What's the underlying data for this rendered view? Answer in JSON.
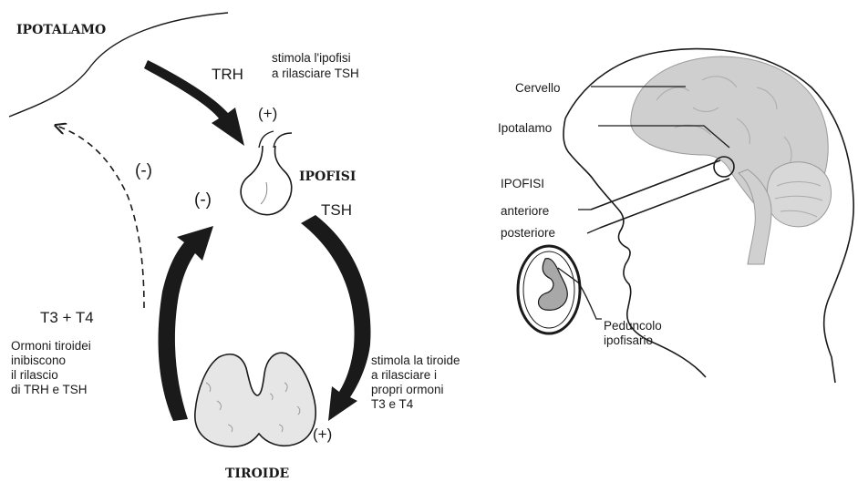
{
  "labels": {
    "hypothalamus_title": "IPOTALAMO",
    "trh": "TRH",
    "trh_note_1": "stimola l'ipofisi",
    "trh_note_2": "a rilasciare TSH",
    "plus_top": "(+)",
    "minus_left": "(-)",
    "minus_pituitary": "(-)",
    "pituitary_title": "IPOFISI",
    "tsh": "TSH",
    "t3_t4": "T3  +  T4",
    "inhibit_1": "Ormoni tiroidei",
    "inhibit_2": "inibiscono",
    "inhibit_3": "il rilascio",
    "inhibit_4": "di TRH e TSH",
    "tsh_note_1": "stimola la tiroide",
    "tsh_note_2": "a rilasciare i",
    "tsh_note_3": "propri ormoni",
    "tsh_note_4": "T3 e T4",
    "plus_bottom": "(+)",
    "thyroid_title": "TIROIDE"
  },
  "anatomy": {
    "brain": "Cervello",
    "hypothalamus": "Ipotalamo",
    "pituitary": "IPOFISI",
    "anterior": "anteriore",
    "posterior": "posteriore",
    "stalk_1": "Peduncolo",
    "stalk_2": "ipofisario"
  },
  "colors": {
    "ink": "#1a1a1a",
    "tissue": "#c8c8c8",
    "thyroid_fill": "#e6e6e6",
    "brain_fill": "#cfcfcf"
  }
}
